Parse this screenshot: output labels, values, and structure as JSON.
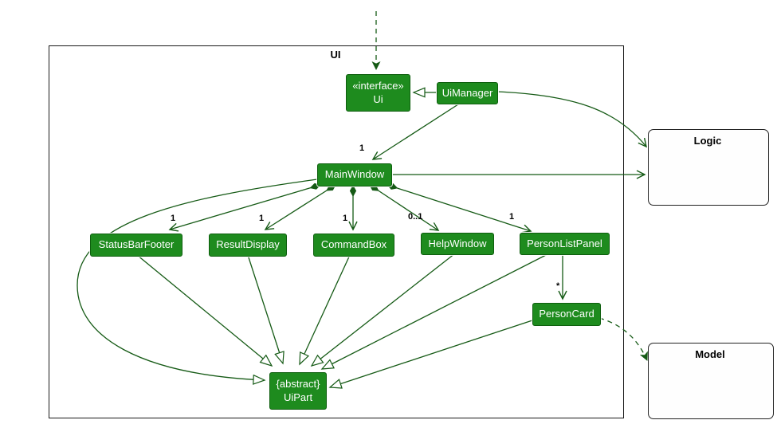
{
  "diagram": {
    "package_label": "UI",
    "classes": {
      "ui_interface": {
        "stereotype": "«interface»",
        "name": "Ui"
      },
      "ui_manager": {
        "name": "UiManager"
      },
      "main_window": {
        "name": "MainWindow"
      },
      "status_bar_footer": {
        "name": "StatusBarFooter"
      },
      "result_display": {
        "name": "ResultDisplay"
      },
      "command_box": {
        "name": "CommandBox"
      },
      "help_window": {
        "name": "HelpWindow"
      },
      "person_list_panel": {
        "name": "PersonListPanel"
      },
      "person_card": {
        "name": "PersonCard"
      },
      "ui_part": {
        "stereotype": "{abstract}",
        "name": "UiPart"
      }
    },
    "external_components": {
      "logic": {
        "name": "Logic"
      },
      "model": {
        "name": "Model"
      }
    },
    "multiplicities": {
      "main_window": "1",
      "status_bar_footer": "1",
      "result_display": "1",
      "command_box": "1",
      "help_window": "0..1",
      "person_list_panel": "1",
      "person_card": "*"
    },
    "colors": {
      "class_fill": "#1e8b1e",
      "class_border": "#0e5e0e",
      "edge": "#155a15",
      "text_on_class": "#ffffff",
      "frame_border": "#1a1a1a",
      "label_text": "#000000",
      "external_fill": "#fefefe"
    }
  }
}
